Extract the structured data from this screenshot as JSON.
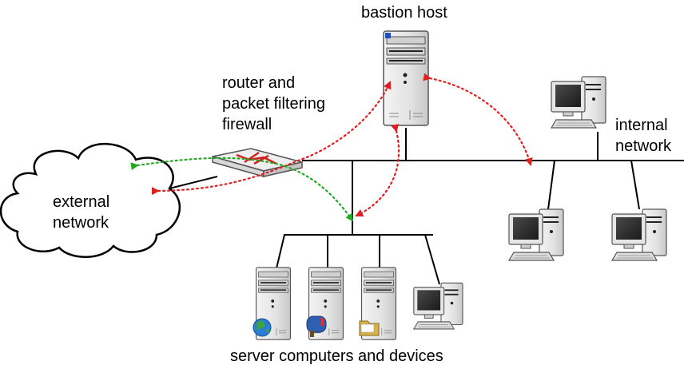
{
  "labels": {
    "bastion_host": "bastion host",
    "router_line1": "router and",
    "router_line2": "packet filtering",
    "router_line3": "firewall",
    "internal_line1": "internal",
    "internal_line2": "network",
    "external_line1": "external",
    "external_line2": "network",
    "servers": "server computers and devices"
  },
  "icons": {
    "bastion": "tower-server-icon",
    "router": "router-firewall-icon",
    "cloud": "cloud-icon",
    "workstation": "desktop-workstation-icon",
    "server": "tower-server-icon",
    "globe": "globe-icon",
    "mailbox": "mailbox-icon",
    "folder": "folder-icon"
  },
  "colors": {
    "blocked_link": "#e02020",
    "allowed_link": "#22aa22",
    "wire": "#000000"
  }
}
